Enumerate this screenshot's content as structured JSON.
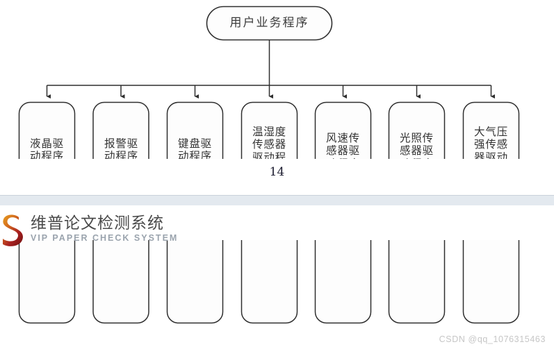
{
  "document": {
    "page_number": "14",
    "root": {
      "label": "用户业务程序"
    },
    "leaves": [
      {
        "label": "液晶驱\n动程序"
      },
      {
        "label": "报警驱\n动程序"
      },
      {
        "label": "键盘驱\n动程序"
      },
      {
        "label": "温湿度\n传感器\n驱动程\n序"
      },
      {
        "label": "风速传\n感器驱\n动程序"
      },
      {
        "label": "光照传\n感器驱\n动程序"
      },
      {
        "label": "大气压\n强传感\n器驱动\n程序"
      }
    ]
  },
  "watermarks": {
    "vip": {
      "logo_letter": "S",
      "title_cn": "维普论文检测系统",
      "title_en": "VIP PAPER CHECK SYSTEM",
      "logo_color_light": "#e8a020",
      "logo_color_dark": "#8f1a1a"
    },
    "csdn": {
      "text": "CSDN @qq_1076315463",
      "color": "#c6c6c6"
    }
  },
  "colors": {
    "stroke": "#2f2f2f",
    "node_fill": "#fdfdfd",
    "separator_band": "#e3e9ef",
    "page_background": "#ffffff"
  }
}
